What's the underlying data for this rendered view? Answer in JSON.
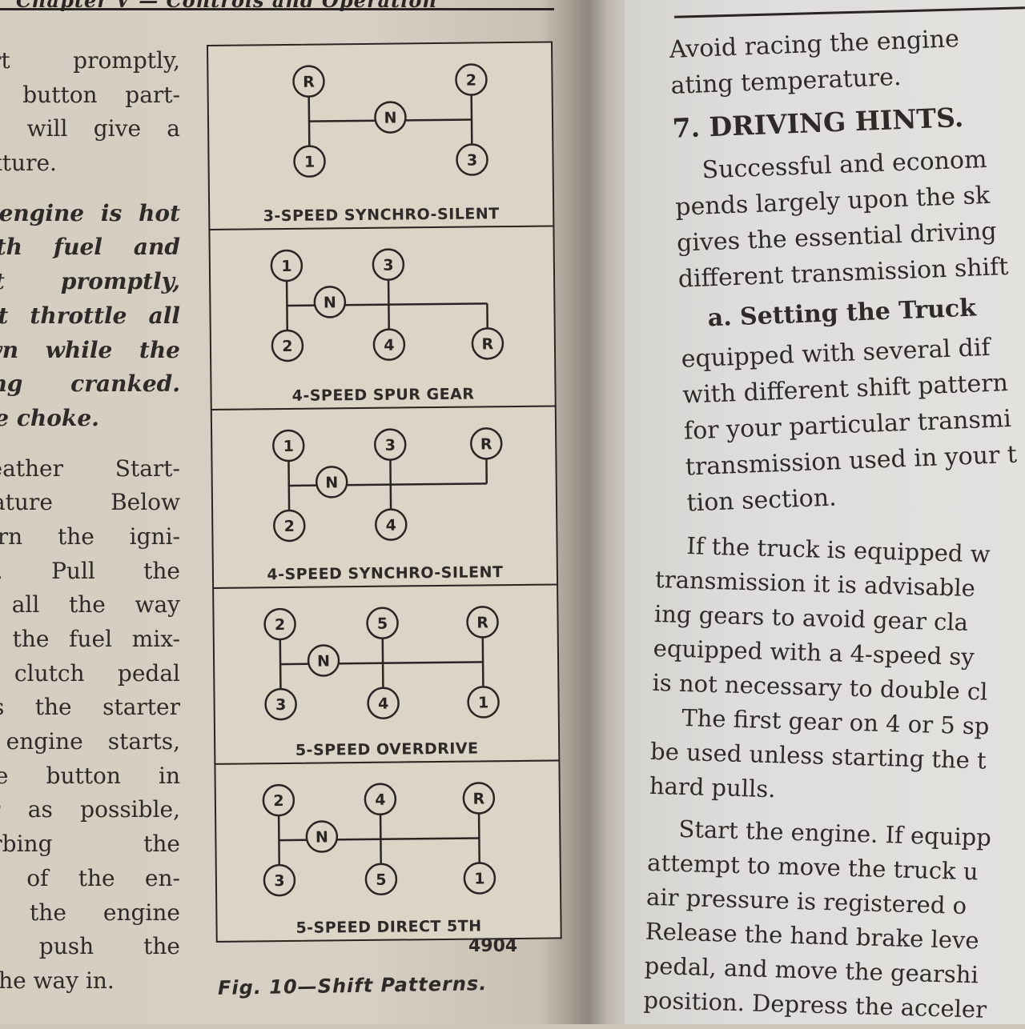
{
  "header": {
    "left": "Chapter V — Controls and Operation"
  },
  "left_column": {
    "paragraphs": [
      {
        "style": "normal",
        "lines": [
          "tart promptly,",
          "ke button part-",
          "his will give a",
          "nixture."
        ]
      },
      {
        "style": "italic",
        "lines": [
          "e engine is hot",
          " with fuel and",
          "art promptly,",
          "oot throttle all",
          "own while the",
          "eing cranked.",
          " the choke."
        ]
      },
      {
        "style": "normal",
        "lines": [
          "Weather Start-",
          "erature Below",
          " Turn the igni-",
          " on. Pull the",
          "n all the way",
          "se the fuel mix-",
          "e clutch pedal",
          "ess the starter",
          "e engine starts,",
          "oke button in",
          "far as possible,",
          "turbing the",
          "ng of the en-",
          "as the engine",
          "p, push the",
          "ll the way in."
        ]
      }
    ]
  },
  "figure": {
    "panels": [
      {
        "label": "3-SPEED SYNCHRO-SILENT",
        "columns": 3,
        "neutral_after_col": 0,
        "top": [
          "R",
          null,
          "2"
        ],
        "bottom": [
          "1",
          null,
          "3"
        ]
      },
      {
        "label": "4-SPEED SPUR GEAR",
        "columns": 3,
        "neutral_after_col": 0,
        "top": [
          "1",
          "3",
          null
        ],
        "bottom": [
          "2",
          "4",
          "R"
        ]
      },
      {
        "label": "4-SPEED SYNCHRO-SILENT",
        "columns": 3,
        "neutral_after_col": 0,
        "top": [
          "1",
          "3",
          "R"
        ],
        "bottom": [
          "2",
          "4",
          null
        ]
      },
      {
        "label": "5-SPEED OVERDRIVE",
        "columns": 3,
        "neutral_after_col": 0,
        "top": [
          "2",
          "5",
          "R"
        ],
        "bottom": [
          "3",
          "4",
          "1"
        ]
      },
      {
        "label": "5-SPEED DIRECT 5TH",
        "columns": 3,
        "neutral_after_col": 0,
        "top": [
          "2",
          "4",
          "R"
        ],
        "bottom": [
          "3",
          "5",
          "1"
        ]
      }
    ],
    "neutral_label": "N",
    "figure_number": "4904",
    "caption": "Fig. 10—Shift Patterns."
  },
  "right_column": {
    "top_lines": [
      "Avoid racing the engine",
      "ating temperature."
    ],
    "section_heading": "7. DRIVING HINTS.",
    "intro_lines": [
      "Successful and econom",
      "pends largely upon the sk",
      "gives the essential driving",
      "different transmission shift"
    ],
    "subsection_heading": "a. Setting the Truck",
    "sub_lines": [
      "equipped with several dif",
      "with different shift pattern",
      "for your particular transmi",
      "transmission used in your t",
      "tion section."
    ],
    "para2": [
      "If the truck is equipped w",
      "transmission it is advisable",
      "ing gears to avoid gear cla",
      "equipped with a 4-speed sy",
      "is not necessary to double cl"
    ],
    "para3": [
      "The first gear on 4 or 5 sp",
      "be used unless starting the t",
      "hard pulls."
    ],
    "para4": [
      "Start the engine. If equipp",
      "attempt to move the truck u",
      "air pressure is registered o",
      "Release the hand brake leve",
      "pedal, and move the gearshi",
      "position. Depress the acceler"
    ]
  },
  "colors": {
    "ink": "#2a2522",
    "left_paper": "#d8cfc3",
    "right_paper": "#dfdedb"
  }
}
